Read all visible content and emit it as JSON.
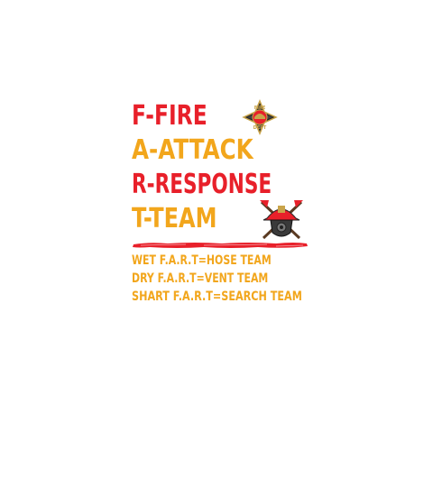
{
  "lines": [
    {
      "letter": "F",
      "dash": "-",
      "word": "FIRE"
    },
    {
      "letter": "A",
      "dash": "-",
      "word": "ATTACK"
    },
    {
      "letter": "R",
      "dash": "-",
      "word": "RESPONSE"
    },
    {
      "letter": "T",
      "dash": "-",
      "word": "TEAM"
    }
  ],
  "teams": [
    "WET F.A.R.T=HOSE TEAM",
    "DRY F.A.R.T=VENT TEAM",
    "SHART F.A.R.T=SEARCH TEAM"
  ],
  "badge": {
    "top_text": "FIRE",
    "bottom_text": "DEPT"
  },
  "colors": {
    "red": "#e8202a",
    "orange": "#f2a61c",
    "badge_dark": "#2b2b2b",
    "badge_gold": "#c9a44a"
  },
  "icons": {
    "badge": "maltese-cross-fire-badge-icon",
    "helmet": "firefighter-helmet-axes-icon",
    "divider": "red-brush-stroke-divider"
  }
}
